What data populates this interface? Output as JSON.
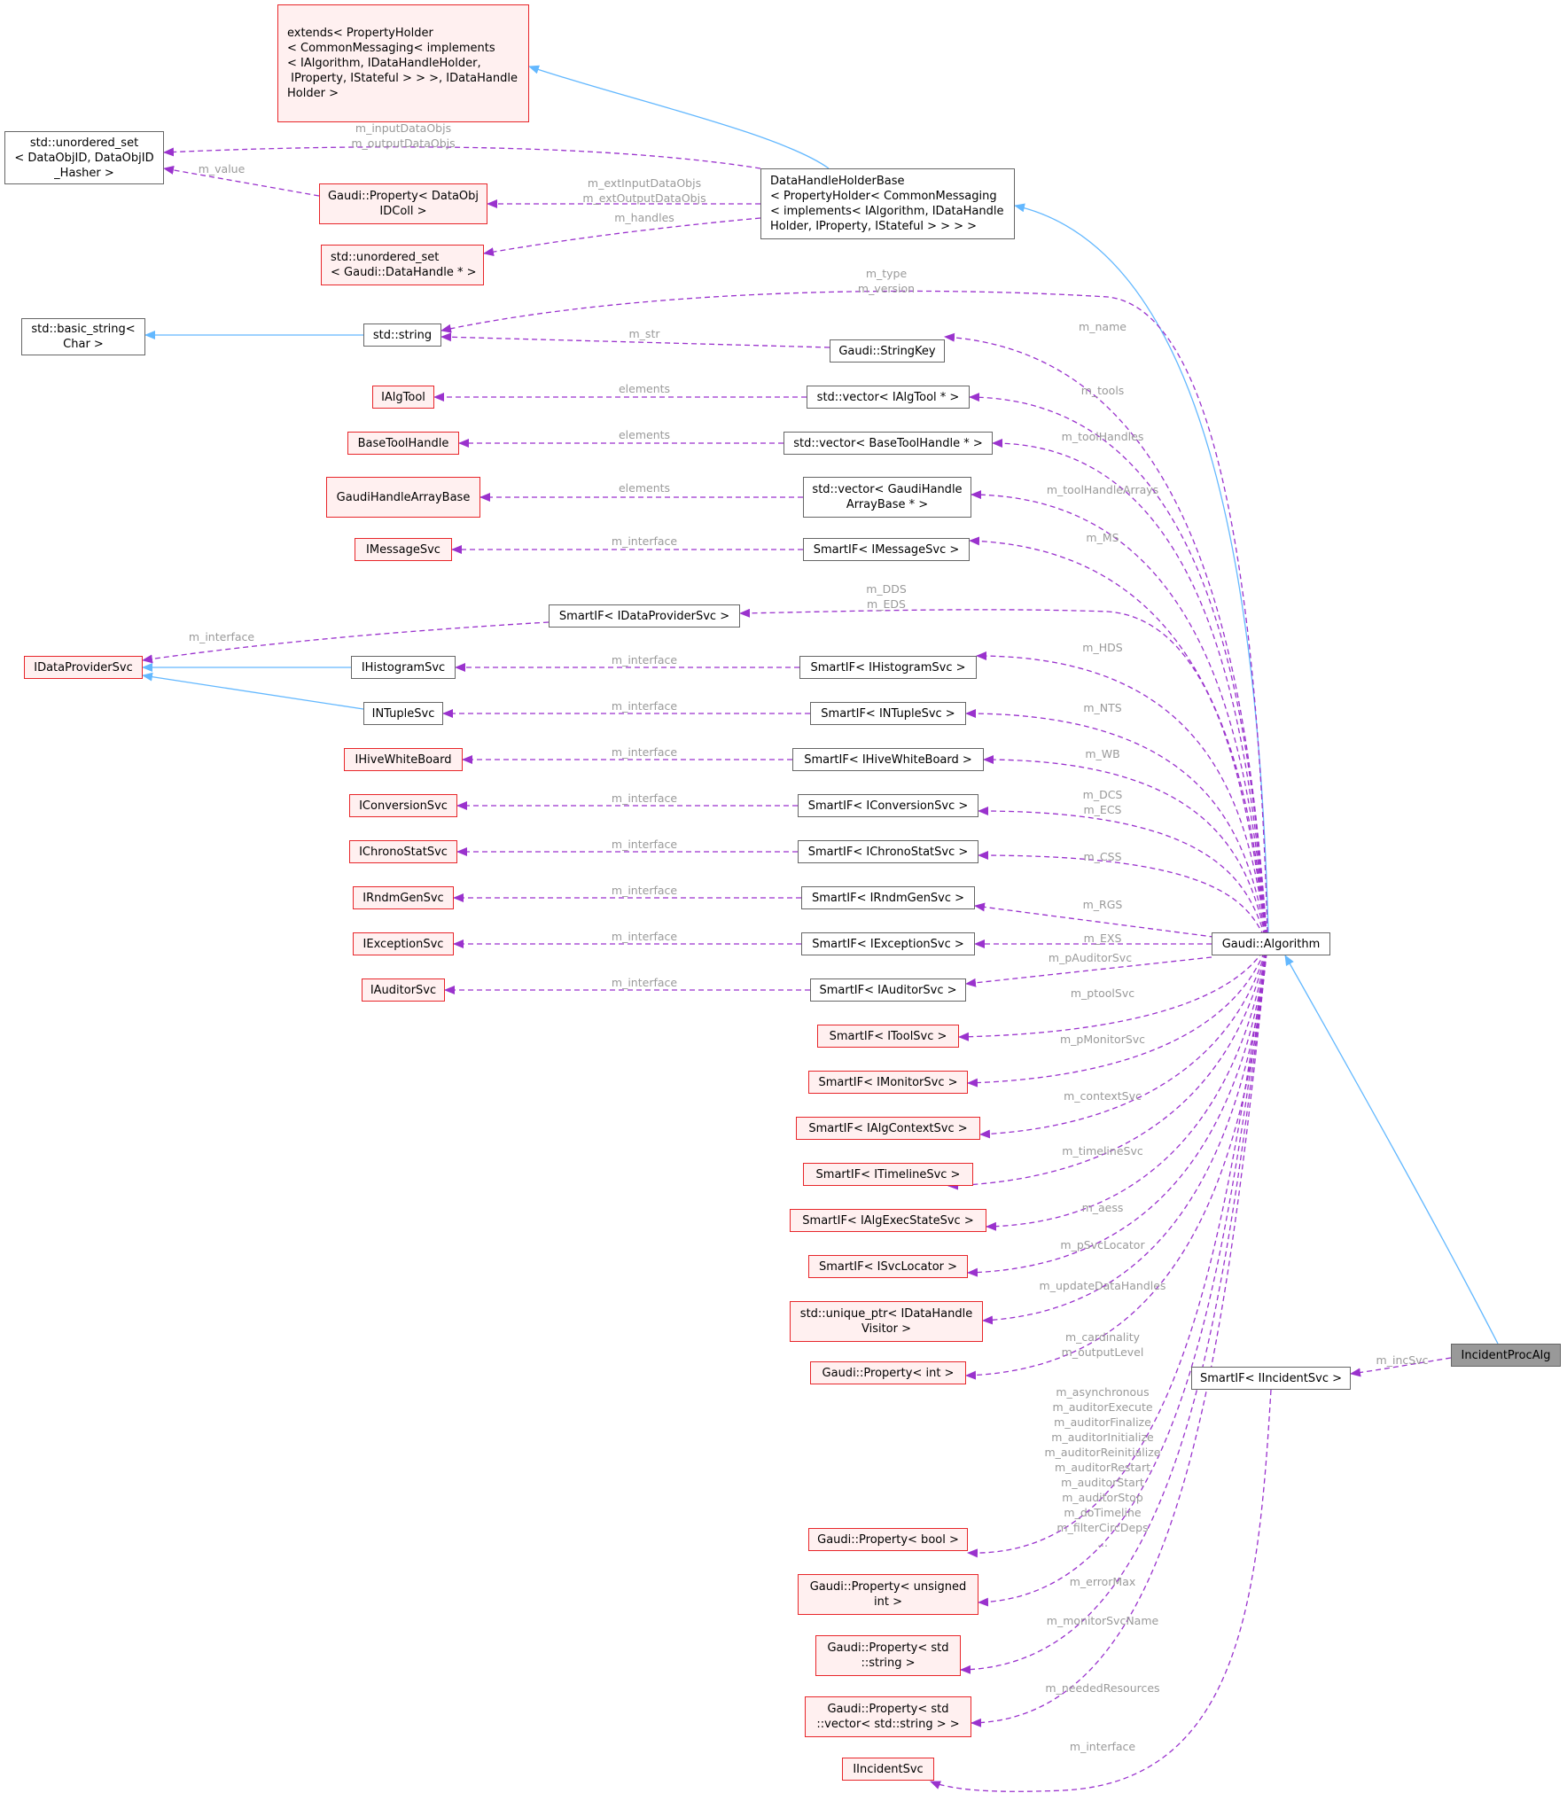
{
  "colors": {
    "inheritance": "#63b8ff",
    "usage": "#9a32cd",
    "node_border": "#666666",
    "missing_border": "#e8262a",
    "missing_fill": "#fff0f0",
    "focus_fill": "#999999",
    "label": "#9a9a9a"
  },
  "nodes": [
    {
      "id": "extends",
      "label": "extends< PropertyHolder\n< CommonMessaging< implements\n< IAlgorithm, IDataHandleHolder,\n IProperty, IStateful > > >, IDataHandle\nHolder >",
      "kind": "red",
      "align": "left"
    },
    {
      "id": "unordered_set_dataobj",
      "label": "std::unordered_set\n< DataObjID, DataObjID\n_Hasher >",
      "kind": "normal"
    },
    {
      "id": "property_dataobjidcoll",
      "label": "Gaudi::Property< DataObj\nIDColl >",
      "kind": "red"
    },
    {
      "id": "datahandleholderbase",
      "label": "DataHandleHolderBase\n< PropertyHolder< CommonMessaging\n< implements< IAlgorithm, IDataHandle\nHolder, IProperty, IStateful > > > >",
      "kind": "normal",
      "align": "left"
    },
    {
      "id": "unordered_set_datahandle",
      "label": "std::unordered_set\n< Gaudi::DataHandle * >",
      "kind": "red",
      "align": "left"
    },
    {
      "id": "basic_string",
      "label": "std::basic_string<\nChar >",
      "kind": "normal"
    },
    {
      "id": "std_string",
      "label": "std::string",
      "kind": "normal"
    },
    {
      "id": "stringkey",
      "label": "Gaudi::StringKey",
      "kind": "normal"
    },
    {
      "id": "ialgtool",
      "label": "IAlgTool",
      "kind": "red"
    },
    {
      "id": "vec_ialgtool",
      "label": "std::vector< IAlgTool * >",
      "kind": "normal"
    },
    {
      "id": "basetoolhandle",
      "label": "BaseToolHandle",
      "kind": "red"
    },
    {
      "id": "vec_basetoolhandle",
      "label": "std::vector< BaseToolHandle * >",
      "kind": "normal"
    },
    {
      "id": "gaudihandlearraybase",
      "label": "GaudiHandleArrayBase",
      "kind": "red"
    },
    {
      "id": "vec_gaudihandle",
      "label": "std::vector< GaudiHandle\nArrayBase * >",
      "kind": "normal"
    },
    {
      "id": "imessagesvc",
      "label": "IMessageSvc",
      "kind": "red"
    },
    {
      "id": "sif_imessagesvc",
      "label": "SmartIF< IMessageSvc >",
      "kind": "normal"
    },
    {
      "id": "sif_idataprovidersvc",
      "label": "SmartIF< IDataProviderSvc >",
      "kind": "normal"
    },
    {
      "id": "idataprovidersvc",
      "label": "IDataProviderSvc",
      "kind": "red"
    },
    {
      "id": "ihistogramsvc",
      "label": "IHistogramSvc",
      "kind": "normal"
    },
    {
      "id": "sif_ihistogramsvc",
      "label": "SmartIF< IHistogramSvc >",
      "kind": "normal"
    },
    {
      "id": "intuplesvc",
      "label": "INTupleSvc",
      "kind": "normal"
    },
    {
      "id": "sif_intuplesvc",
      "label": "SmartIF< INTupleSvc >",
      "kind": "normal"
    },
    {
      "id": "ihivewhiteboard",
      "label": "IHiveWhiteBoard",
      "kind": "red"
    },
    {
      "id": "sif_ihivewhiteboard",
      "label": "SmartIF< IHiveWhiteBoard >",
      "kind": "normal"
    },
    {
      "id": "iconversionsvc",
      "label": "IConversionSvc",
      "kind": "red"
    },
    {
      "id": "sif_iconversionsvc",
      "label": "SmartIF< IConversionSvc >",
      "kind": "normal"
    },
    {
      "id": "ichronostatsvc",
      "label": "IChronoStatSvc",
      "kind": "red"
    },
    {
      "id": "sif_ichronostatsvc",
      "label": "SmartIF< IChronoStatSvc >",
      "kind": "normal"
    },
    {
      "id": "irndmgensvc",
      "label": "IRndmGenSvc",
      "kind": "red"
    },
    {
      "id": "sif_irndmgensvc",
      "label": "SmartIF< IRndmGenSvc >",
      "kind": "normal"
    },
    {
      "id": "iexceptionsvc",
      "label": "IExceptionSvc",
      "kind": "red"
    },
    {
      "id": "sif_iexceptionsvc",
      "label": "SmartIF< IExceptionSvc >",
      "kind": "normal"
    },
    {
      "id": "iauditorsvc",
      "label": "IAuditorSvc",
      "kind": "red"
    },
    {
      "id": "sif_iauditorsvc",
      "label": "SmartIF< IAuditorSvc >",
      "kind": "normal"
    },
    {
      "id": "gaudi_algorithm",
      "label": "Gaudi::Algorithm",
      "kind": "normal"
    },
    {
      "id": "sif_itoolsvc",
      "label": "SmartIF< IToolSvc >",
      "kind": "red"
    },
    {
      "id": "sif_imonitorsvc",
      "label": "SmartIF< IMonitorSvc >",
      "kind": "red"
    },
    {
      "id": "sif_ialgcontextsvc",
      "label": "SmartIF< IAlgContextSvc >",
      "kind": "red"
    },
    {
      "id": "sif_itimelinesvc",
      "label": "SmartIF< ITimelineSvc >",
      "kind": "red"
    },
    {
      "id": "sif_ialgexecstatesvc",
      "label": "SmartIF< IAlgExecStateSvc >",
      "kind": "red"
    },
    {
      "id": "sif_isvclocator",
      "label": "SmartIF< ISvcLocator >",
      "kind": "red"
    },
    {
      "id": "unique_ptr_visitor",
      "label": "std::unique_ptr< IDataHandle\nVisitor >",
      "kind": "red"
    },
    {
      "id": "property_int",
      "label": "Gaudi::Property< int >",
      "kind": "red"
    },
    {
      "id": "incidentprocalg",
      "label": "IncidentProcAlg",
      "kind": "gray"
    },
    {
      "id": "sif_iincidentsvc",
      "label": "SmartIF< IIncidentSvc >",
      "kind": "normal"
    },
    {
      "id": "property_bool",
      "label": "Gaudi::Property< bool >",
      "kind": "red"
    },
    {
      "id": "property_unsigned",
      "label": "Gaudi::Property< unsigned\nint >",
      "kind": "red"
    },
    {
      "id": "property_string",
      "label": "Gaudi::Property< std\n::string >",
      "kind": "red"
    },
    {
      "id": "property_vector_string",
      "label": "Gaudi::Property< std\n::vector< std::string > >",
      "kind": "red"
    },
    {
      "id": "iincidentsvc",
      "label": "IIncidentSvc",
      "kind": "red"
    }
  ],
  "edge_labels": [
    {
      "id": "lbl_inputdataobjs",
      "text": "m_inputDataObjs\nm_outputDataObjs"
    },
    {
      "id": "lbl_value",
      "text": "m_value"
    },
    {
      "id": "lbl_extinput",
      "text": "m_extInputDataObjs\nm_extOutputDataObjs"
    },
    {
      "id": "lbl_handles",
      "text": "m_handles"
    },
    {
      "id": "lbl_type",
      "text": "m_type\nm_version"
    },
    {
      "id": "lbl_str",
      "text": "m_str"
    },
    {
      "id": "lbl_name",
      "text": "m_name"
    },
    {
      "id": "lbl_elements1",
      "text": "elements"
    },
    {
      "id": "lbl_tools",
      "text": "m_tools"
    },
    {
      "id": "lbl_elements2",
      "text": "elements"
    },
    {
      "id": "lbl_toolhandles",
      "text": "m_toolHandles"
    },
    {
      "id": "lbl_elements3",
      "text": "elements"
    },
    {
      "id": "lbl_toolhandlearrays",
      "text": "m_toolHandleArrays"
    },
    {
      "id": "lbl_if_msg",
      "text": "m_interface"
    },
    {
      "id": "lbl_ms",
      "text": "m_MS"
    },
    {
      "id": "lbl_dds",
      "text": "m_DDS\nm_EDS"
    },
    {
      "id": "lbl_if_dps",
      "text": "m_interface"
    },
    {
      "id": "lbl_if_hist",
      "text": "m_interface"
    },
    {
      "id": "lbl_hds",
      "text": "m_HDS"
    },
    {
      "id": "lbl_if_nt",
      "text": "m_interface"
    },
    {
      "id": "lbl_nts",
      "text": "m_NTS"
    },
    {
      "id": "lbl_if_wb",
      "text": "m_interface"
    },
    {
      "id": "lbl_wb",
      "text": "m_WB"
    },
    {
      "id": "lbl_if_conv",
      "text": "m_interface"
    },
    {
      "id": "lbl_dcs",
      "text": "m_DCS\nm_ECS"
    },
    {
      "id": "lbl_if_chrono",
      "text": "m_interface"
    },
    {
      "id": "lbl_css",
      "text": "m_CSS"
    },
    {
      "id": "lbl_if_rndm",
      "text": "m_interface"
    },
    {
      "id": "lbl_rgs",
      "text": "m_RGS"
    },
    {
      "id": "lbl_if_exc",
      "text": "m_interface"
    },
    {
      "id": "lbl_exs",
      "text": "m_EXS"
    },
    {
      "id": "lbl_if_aud",
      "text": "m_interface"
    },
    {
      "id": "lbl_pauditorsvc",
      "text": "m_pAuditorSvc"
    },
    {
      "id": "lbl_ptoolsvc",
      "text": "m_ptoolSvc"
    },
    {
      "id": "lbl_pmonitorsvc",
      "text": "m_pMonitorSvc"
    },
    {
      "id": "lbl_contextsvc",
      "text": "m_contextSvc"
    },
    {
      "id": "lbl_timelinesvc",
      "text": "m_timelineSvc"
    },
    {
      "id": "lbl_aess",
      "text": "m_aess"
    },
    {
      "id": "lbl_psvclocator",
      "text": "m_pSvcLocator"
    },
    {
      "id": "lbl_updatedatahandles",
      "text": "m_updateDataHandles"
    },
    {
      "id": "lbl_cardinality",
      "text": "m_cardinality\nm_outputLevel"
    },
    {
      "id": "lbl_incsvc",
      "text": "m_incSvc"
    },
    {
      "id": "lbl_asynchronous",
      "text": "m_asynchronous\nm_auditorExecute\nm_auditorFinalize\nm_auditorInitialize\nm_auditorReinitialize\nm_auditorRestart\nm_auditorStart\nm_auditorStop\nm_doTimeline\nm_filterCircDeps\n..."
    },
    {
      "id": "lbl_errormax",
      "text": "m_errorMax"
    },
    {
      "id": "lbl_monitorsvcname",
      "text": "m_monitorSvcName"
    },
    {
      "id": "lbl_neededresources",
      "text": "m_neededResources"
    },
    {
      "id": "lbl_if_incident",
      "text": "m_interface"
    }
  ]
}
